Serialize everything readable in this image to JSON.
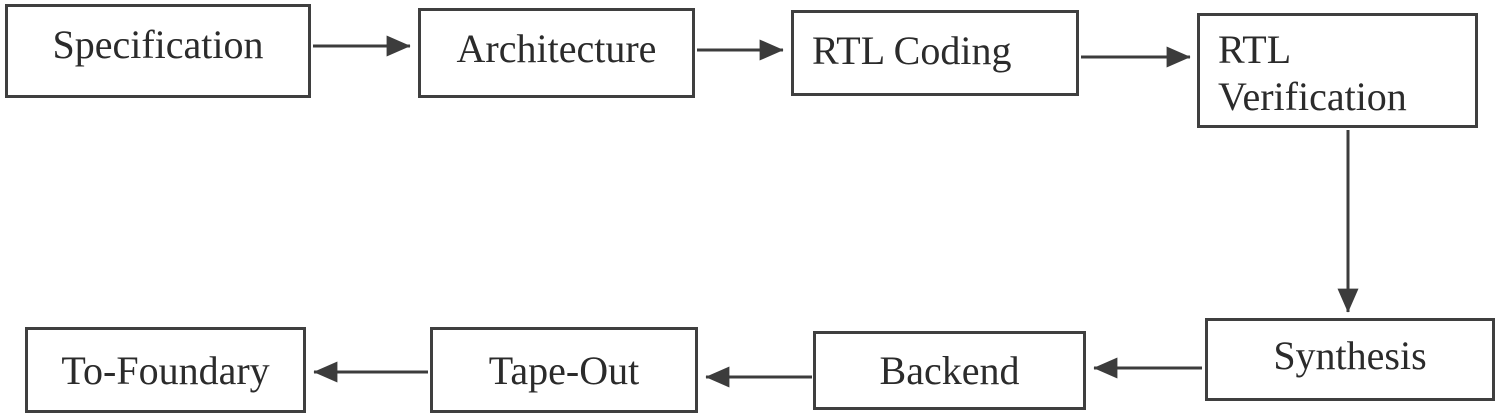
{
  "diagram": {
    "type": "flowchart",
    "title": "",
    "background_color": "#ffffff",
    "box_border_color": "#3f3f3f",
    "box_fill_color": "#ffffff",
    "text_color": "#2b2b2b",
    "arrow_color": "#3c3c3c",
    "nodes": [
      {
        "id": "specification",
        "label": "Specification"
      },
      {
        "id": "architecture",
        "label": "Architecture"
      },
      {
        "id": "rtl-coding",
        "label": "RTL Coding"
      },
      {
        "id": "rtl-verification",
        "label": "RTL Verification"
      },
      {
        "id": "synthesis",
        "label": "Synthesis"
      },
      {
        "id": "backend",
        "label": "Backend"
      },
      {
        "id": "tape-out",
        "label": "Tape-Out"
      },
      {
        "id": "to-foundary",
        "label": "To-Foundary"
      }
    ],
    "edges": [
      {
        "from": "Specification",
        "to": "Architecture",
        "direction": "right"
      },
      {
        "from": "Architecture",
        "to": "RTL Coding",
        "direction": "right"
      },
      {
        "from": "RTL Coding",
        "to": "RTL Verification",
        "direction": "right"
      },
      {
        "from": "RTL Verification",
        "to": "Synthesis",
        "direction": "down"
      },
      {
        "from": "Synthesis",
        "to": "Backend",
        "direction": "left"
      },
      {
        "from": "Backend",
        "to": "Tape-Out",
        "direction": "left"
      },
      {
        "from": "Tape-Out",
        "to": "To-Foundary",
        "direction": "left"
      }
    ]
  }
}
